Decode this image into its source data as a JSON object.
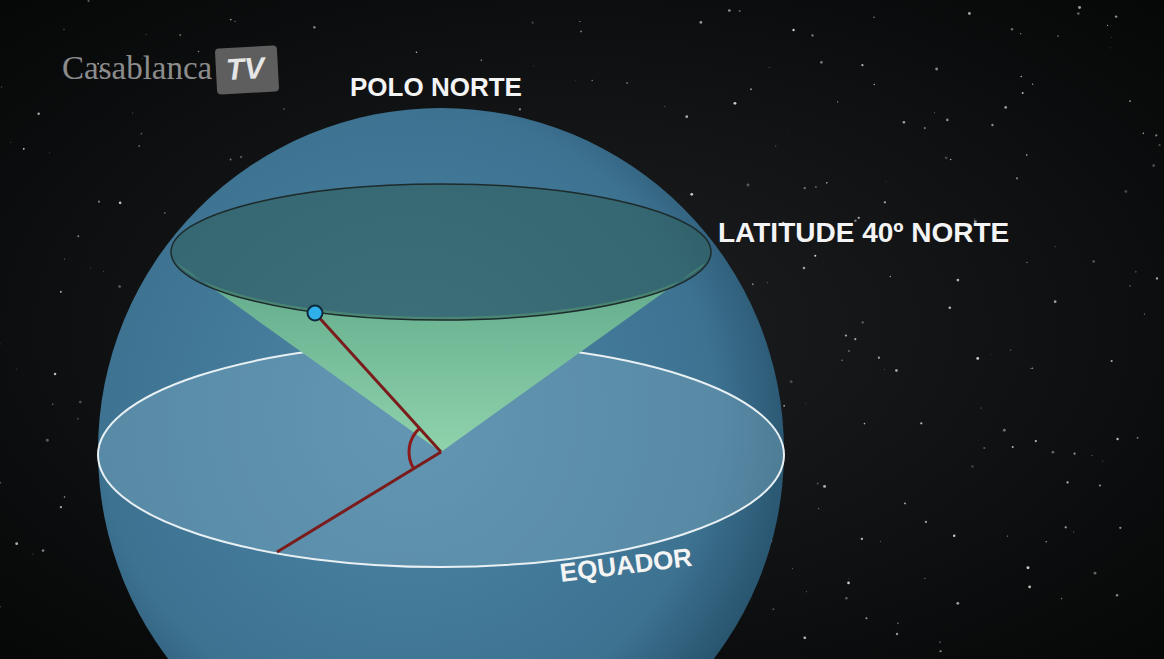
{
  "diagram": {
    "labels": [
      "Casablanca",
      "TV",
      "POLO NORTE",
      "LATITUDE 40º NORTE",
      "EQUADOR"
    ]
  }
}
